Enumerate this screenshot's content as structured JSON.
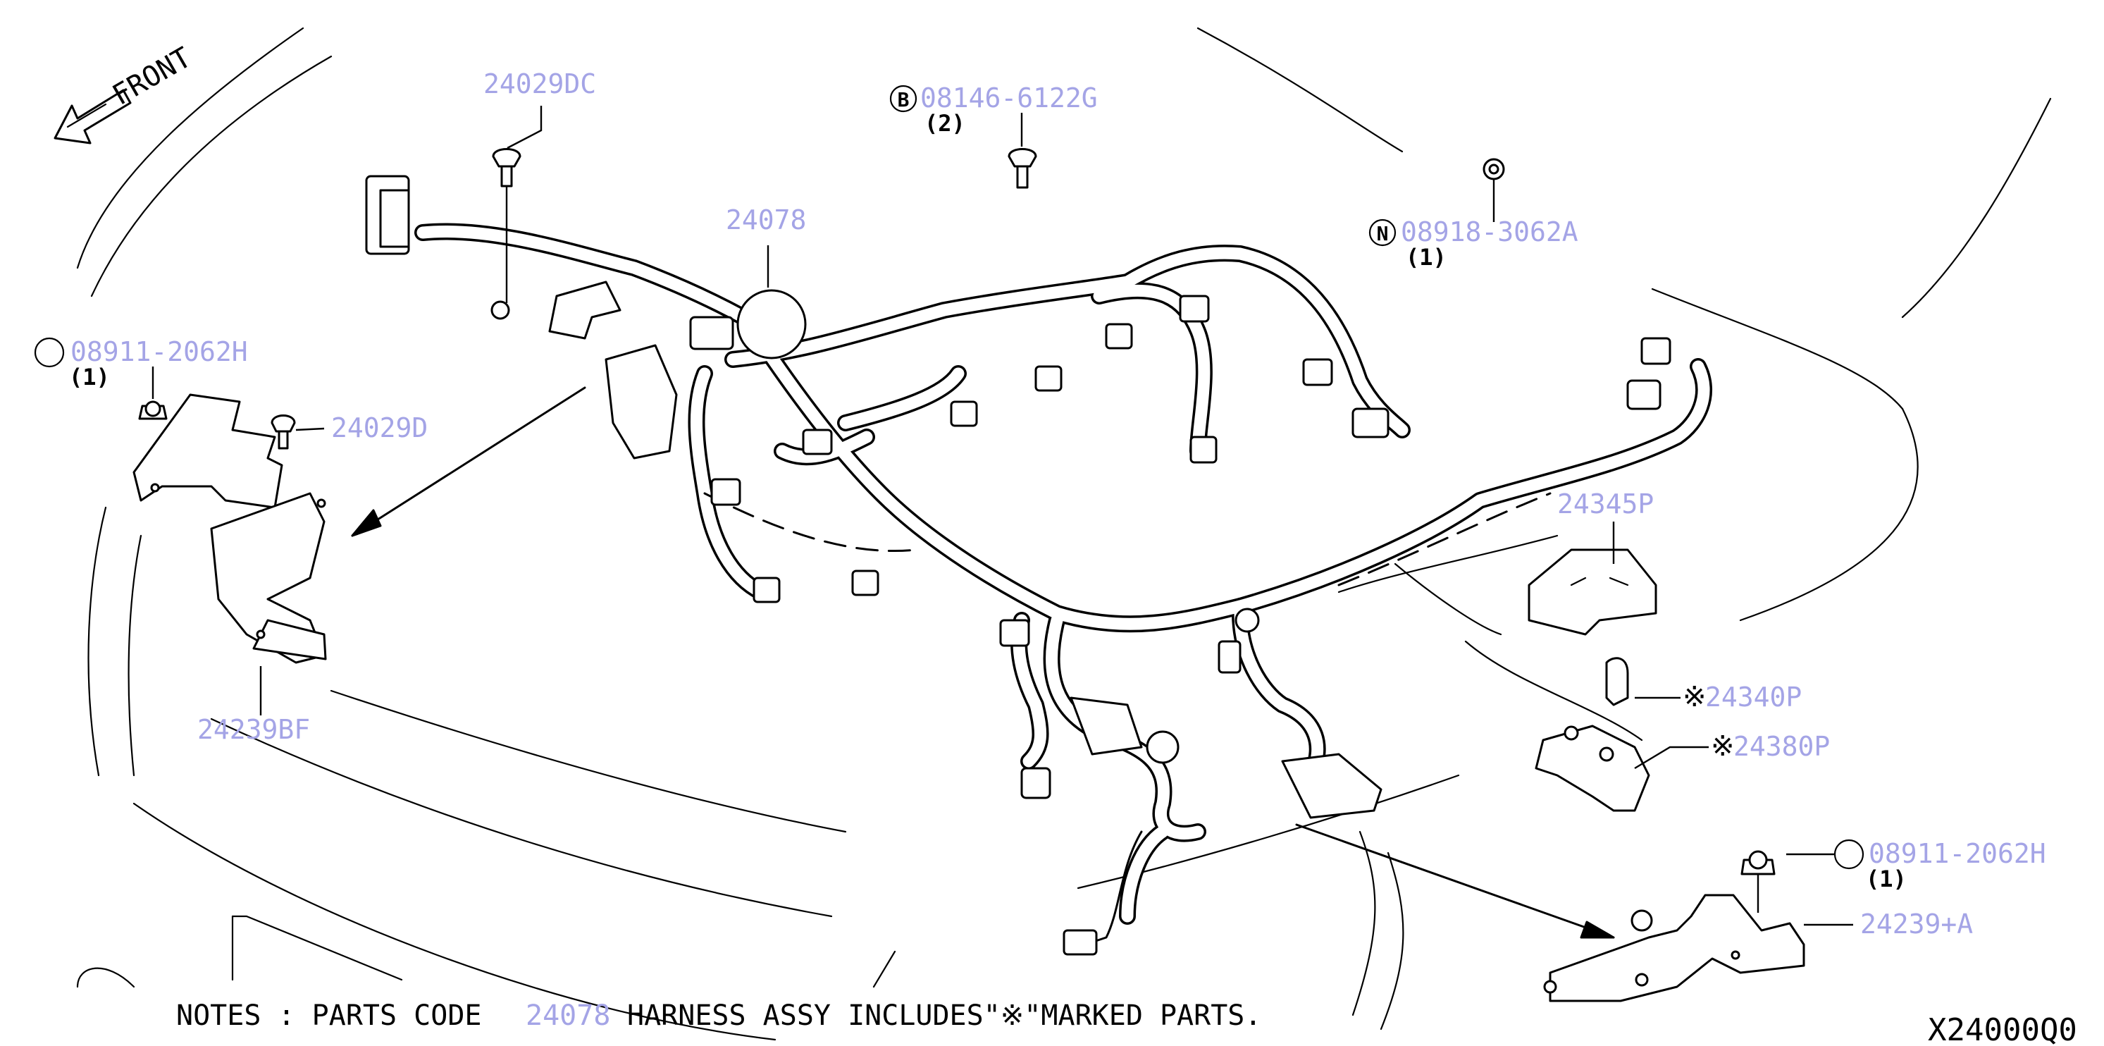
{
  "direction_label": "FRONT",
  "diagram_id": "X24000Q0",
  "callouts": {
    "c_24029DC": {
      "part": "24029DC"
    },
    "c_08146": {
      "symbol": "B",
      "part": "08146-6122G",
      "qty": "(2)"
    },
    "c_24078": {
      "part": "24078"
    },
    "c_08918": {
      "symbol": "N",
      "part": "08918-3062A",
      "qty": "(1)"
    },
    "c_08911_left": {
      "part": "08911-2062H",
      "qty": "(1)"
    },
    "c_24029D": {
      "part": "24029D"
    },
    "c_24345P": {
      "part": "24345P"
    },
    "c_24340P": {
      "mark": "※",
      "part": "24340P"
    },
    "c_24380P": {
      "mark": "※",
      "part": "24380P"
    },
    "c_24239BF": {
      "part": "24239BF"
    },
    "c_08911_right": {
      "part": "08911-2062H",
      "qty": "(1)"
    },
    "c_24239A": {
      "part": "24239+A"
    }
  },
  "notes": {
    "prefix": "NOTES : PARTS CODE",
    "code": "24078",
    "suffix": "HARNESS ASSY INCLUDES\"※\"MARKED PARTS."
  },
  "colors": {
    "callout_text": "#a4a4e6",
    "line_art": "#000000",
    "background": "#ffffff"
  }
}
